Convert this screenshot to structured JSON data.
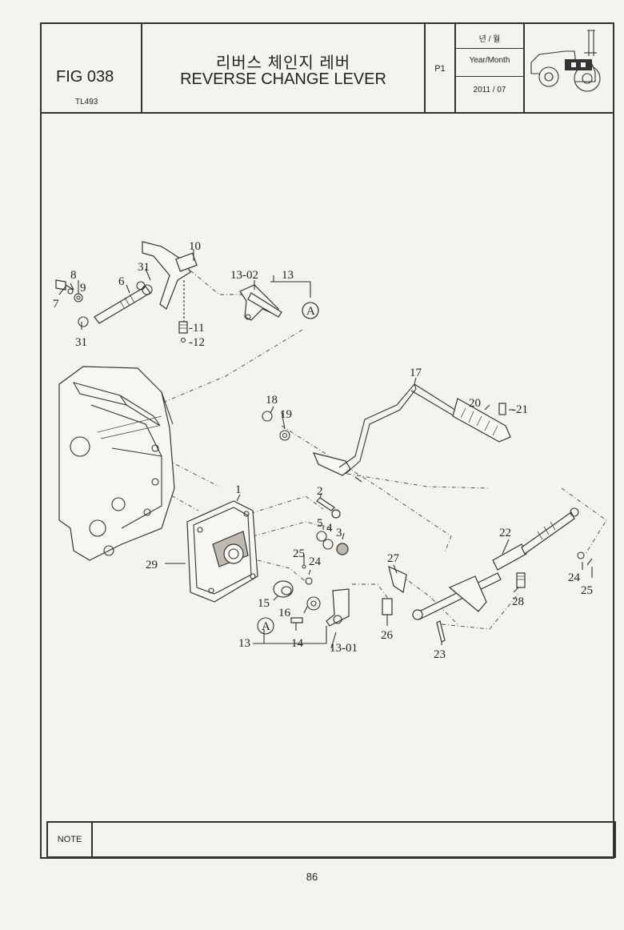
{
  "header": {
    "fig_no": "FIG 038",
    "model": "TL493",
    "title_ko": "리버스 체인지 레버",
    "title_en": "REVERSE CHANGE LEVER",
    "page_code": "P1",
    "ym_ko": "년 / 월",
    "ym_en": "Year/Month",
    "ym_value": "2011 / 07"
  },
  "callouts": {
    "c1": "1",
    "c2": "2",
    "c3": "3",
    "c4": "4",
    "c5": "5",
    "c6": "6",
    "c7": "7",
    "c8": "8",
    "c9": "9",
    "c10": "10",
    "c11": "-11",
    "c12": "-12",
    "c13_top": "13",
    "c13_02": "13-02",
    "c13_bot": "13",
    "c13_01": "13-01",
    "c14": "14",
    "c15": "15",
    "c16": "16",
    "c17": "17",
    "c18": "18",
    "c19": "19",
    "c20": "20",
    "c21": "-21",
    "c22": "22",
    "c23": "23",
    "c24a": "24",
    "c24b": "24",
    "c25a": "25",
    "c25b": "25",
    "c26": "26",
    "c27": "27",
    "c28": "28",
    "c29": "29",
    "c31a": "31",
    "c31b": "31",
    "ref_a_top": "A",
    "ref_a_bot": "A"
  },
  "footer": {
    "note_label": "NOTE",
    "page_number": "86"
  }
}
